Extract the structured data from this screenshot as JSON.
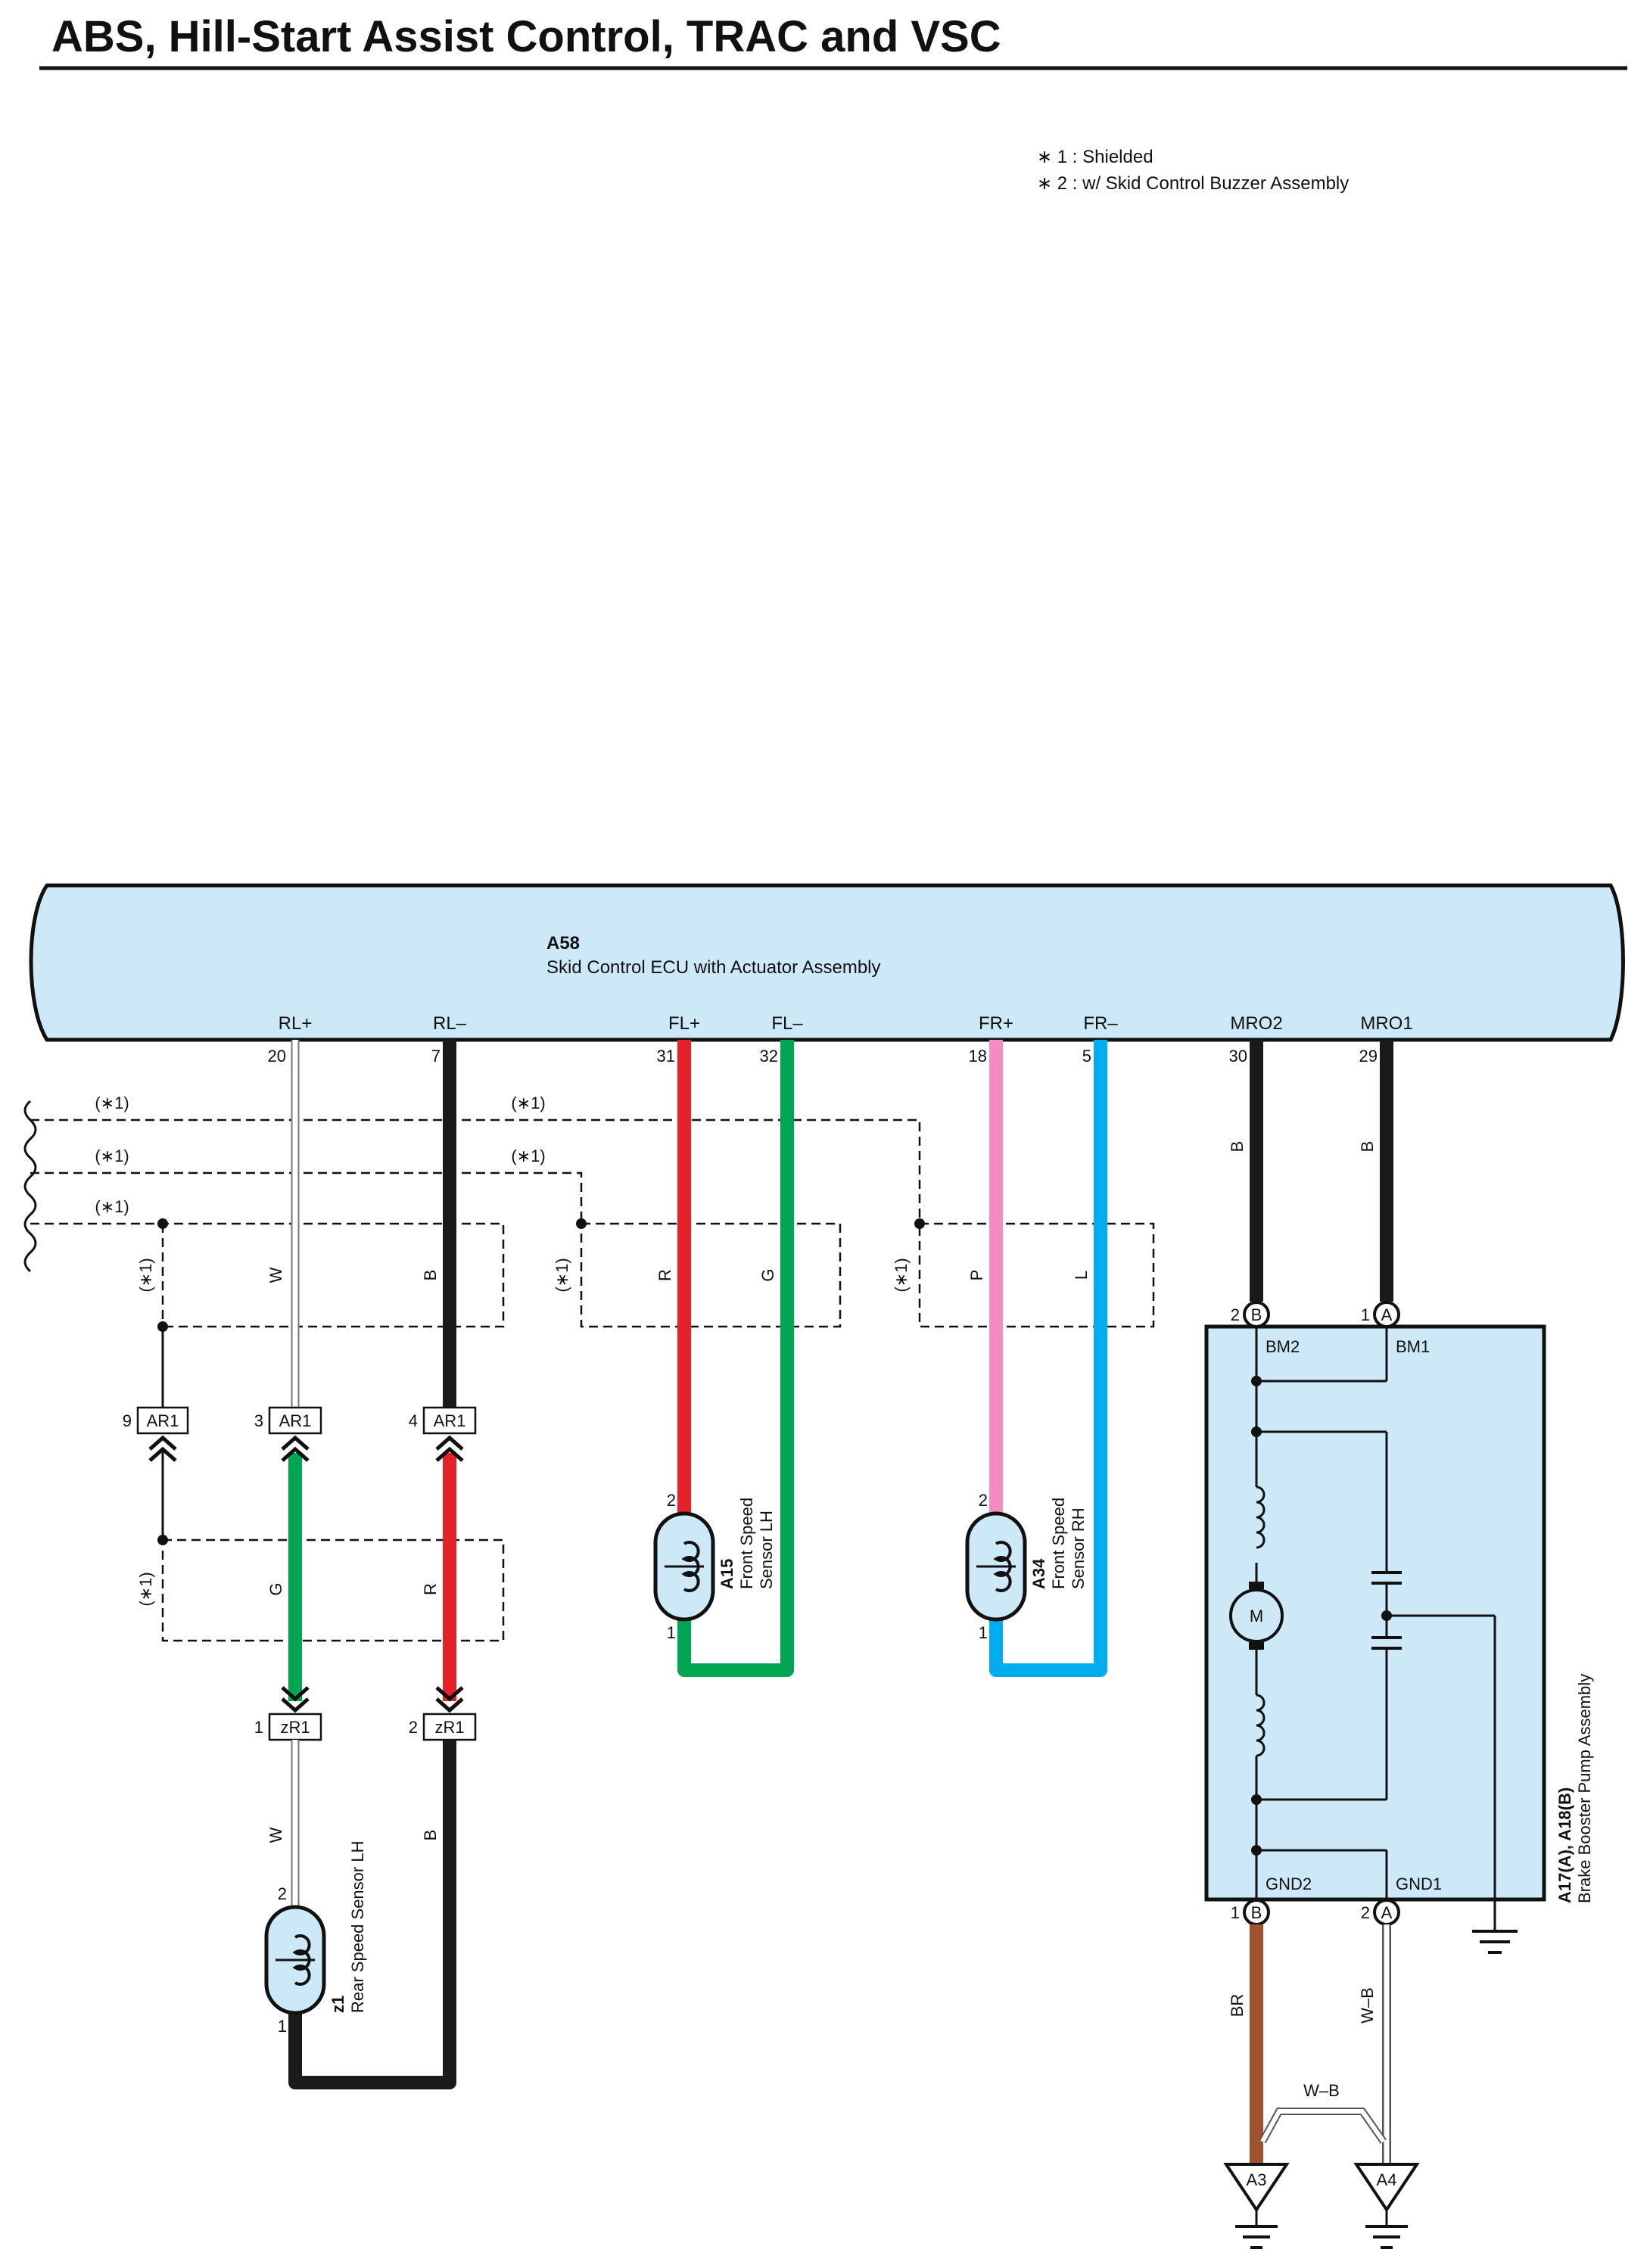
{
  "title": "ABS, Hill-Start Assist Control, TRAC and VSC",
  "notes": [
    "∗ 1 : Shielded",
    "∗ 2 : w/ Skid Control Buzzer Assembly"
  ],
  "ecu": {
    "code": "A58",
    "name": "Skid Control ECU with Actuator Assembly",
    "terminals": [
      {
        "signal": "RL+",
        "pin": "20"
      },
      {
        "signal": "RL–",
        "pin": "7"
      },
      {
        "signal": "FL+",
        "pin": "31"
      },
      {
        "signal": "FL–",
        "pin": "32"
      },
      {
        "signal": "FR+",
        "pin": "18"
      },
      {
        "signal": "FR–",
        "pin": "5"
      },
      {
        "signal": "MRO2",
        "pin": "30"
      },
      {
        "signal": "MRO1",
        "pin": "29"
      }
    ]
  },
  "shield_tag": "(∗1)",
  "wire_colors": {
    "rl_plus": "W",
    "rl_minus": "B",
    "fl_plus": "R",
    "fl_minus": "G",
    "fr_plus": "P",
    "fr_minus": "L",
    "mro2": "B",
    "mro1": "B",
    "rear_plus": "G",
    "rear_minus": "R",
    "rear_sensor_plus": "W",
    "rear_sensor_minus": "B",
    "gnd2": "BR",
    "gnd1": "W–B",
    "gnd_link": "W–B"
  },
  "connectors": {
    "ar1": {
      "label": "AR1",
      "pins": [
        "9",
        "3",
        "4"
      ]
    },
    "zr1": {
      "label": "zR1",
      "pins": [
        "1",
        "2"
      ]
    }
  },
  "sensors": {
    "front_lh": {
      "code": "A15",
      "name_line1": "Front Speed",
      "name_line2": "Sensor LH",
      "pin_top": "2",
      "pin_bottom": "1"
    },
    "front_rh": {
      "code": "A34",
      "name_line1": "Front Speed",
      "name_line2": "Sensor RH",
      "pin_top": "2",
      "pin_bottom": "1"
    },
    "rear_lh": {
      "code": "z1",
      "name": "Rear Speed Sensor LH",
      "pin_top": "2",
      "pin_bottom": "1"
    }
  },
  "pump": {
    "code": "A17(A), A18(B)",
    "name": "Brake Booster Pump Assembly",
    "motor": "M",
    "top_pins": [
      {
        "num": "2",
        "letter": "B",
        "label": "BM2"
      },
      {
        "num": "1",
        "letter": "A",
        "label": "BM1"
      }
    ],
    "bottom_pins": [
      {
        "num": "1",
        "letter": "B",
        "label": "GND2"
      },
      {
        "num": "2",
        "letter": "A",
        "label": "GND1"
      }
    ]
  },
  "grounds": [
    "A3",
    "A4"
  ],
  "colors": {
    "ecu_fill": "#cde9f7",
    "black": "#1a1a1a",
    "red": "#e52229",
    "green": "#00a651",
    "pink": "#f38cbf",
    "blue": "#00aeef",
    "brown": "#a0522d",
    "white_wire": "#ffffff"
  }
}
